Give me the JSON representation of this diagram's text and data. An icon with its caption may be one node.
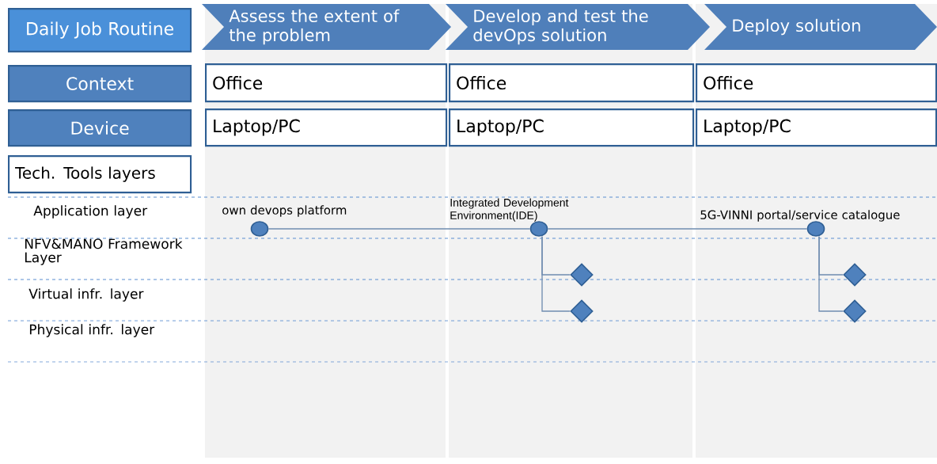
{
  "diagram": {
    "nodes": [
      {
        "text": [
          "Daily Job Routine"
        ]
      },
      {
        "text": [
          "Assess the extent of the problem"
        ]
      },
      {
        "text": [
          "Develop and test the devOps solution"
        ]
      },
      {
        "text": [
          "Deploy solution"
        ]
      },
      {
        "text": [
          "Context"
        ]
      },
      {
        "text": [
          "Device"
        ]
      },
      {
        "text": [
          "Tech. Tools layers"
        ]
      },
      {
        "text": [
          "Office"
        ]
      },
      {
        "text": [
          "Office"
        ]
      },
      {
        "text": [
          "Office"
        ]
      },
      {
        "text": [
          "Laptop/PC"
        ]
      },
      {
        "text": [
          "Laptop/PC"
        ]
      },
      {
        "text": [
          "Laptop/PC"
        ]
      },
      {
        "text": [],
        "shape": "circle",
        "beside": [
          "own devops platform"
        ]
      },
      {
        "text": [],
        "shape": "circle",
        "beside": [
          "Integrated Development Environment(IDE)"
        ]
      },
      {
        "text": [],
        "shape": "circle",
        "beside": [
          "5G-VINNI portal/service catalogue"
        ]
      },
      {
        "text": [],
        "shape": "diamond"
      },
      {
        "text": [],
        "shape": "diamond"
      },
      {
        "text": [],
        "shape": "diamond"
      },
      {
        "text": [],
        "shape": "diamond"
      }
    ],
    "edges": [
      {
        "from": 13,
        "to": 14,
        "arrow": "none"
      },
      {
        "from": 14,
        "to": 15,
        "arrow": "none"
      },
      {
        "from": 14,
        "to": 16,
        "arrow": "none"
      },
      {
        "from": 14,
        "to": 17,
        "arrow": "none"
      },
      {
        "from": 15,
        "to": 18,
        "arrow": "none"
      },
      {
        "from": 15,
        "to": 19,
        "arrow": "none"
      }
    ],
    "labels": [
      "Application layer",
      "NFV&MANO Framework Layer",
      "Virtual infr. layer",
      "Physical infr. layer"
    ]
  }
}
